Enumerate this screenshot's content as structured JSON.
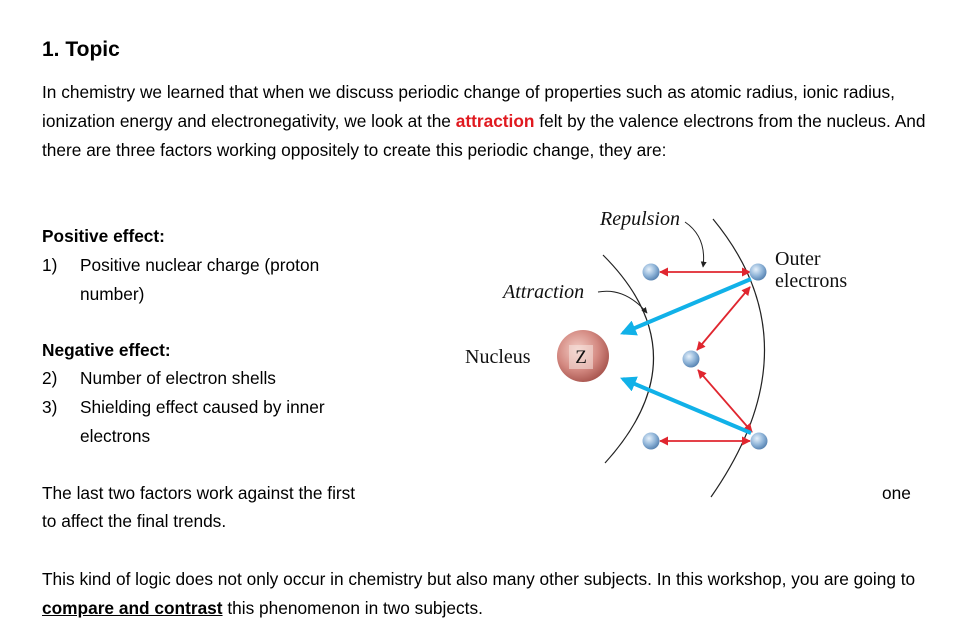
{
  "section": {
    "number_title": "1. Topic"
  },
  "intro": {
    "part1": "In chemistry we learned that when we discuss periodic change of properties such as atomic radius, ionic radius, ionization energy and electronegativity, we look at the ",
    "highlight": "attraction",
    "part2": " felt by the valence electrons from the nucleus. And there are three factors working oppositely to create this periodic change, they are:",
    "highlight_color": "#e0191f"
  },
  "positive": {
    "heading": "Positive effect:",
    "items": [
      {
        "num": "1)",
        "line1": "Positive nuclear charge (proton",
        "line2": "number)"
      }
    ]
  },
  "negative": {
    "heading": "Negative effect:",
    "items": [
      {
        "num": "2)",
        "line1": "Number of electron shells"
      },
      {
        "num": "3)",
        "line1": "Shielding effect caused by inner",
        "line2": "electrons"
      }
    ]
  },
  "conclusion": {
    "line1": "The last two factors work against the first",
    "word_one": "one",
    "line2": "to affect the final trends."
  },
  "closing": {
    "part1": "This kind of logic does not only occur in chemistry but also many other subjects. In this workshop, you are going to ",
    "emphasis": "compare and contrast",
    "part2": " this phenomenon in two subjects."
  },
  "diagram": {
    "label_repulsion": "Repulsion",
    "label_outer": "Outer",
    "label_electrons": "electrons",
    "label_attraction": "Attraction",
    "label_nucleus": "Nucleus",
    "nucleus_symbol": "Z",
    "colors": {
      "attraction_arrow": "#11b1e8",
      "repulsion_arrow": "#e0262f",
      "nucleus": "#d48a82",
      "electron": "#8fb4d8"
    }
  }
}
